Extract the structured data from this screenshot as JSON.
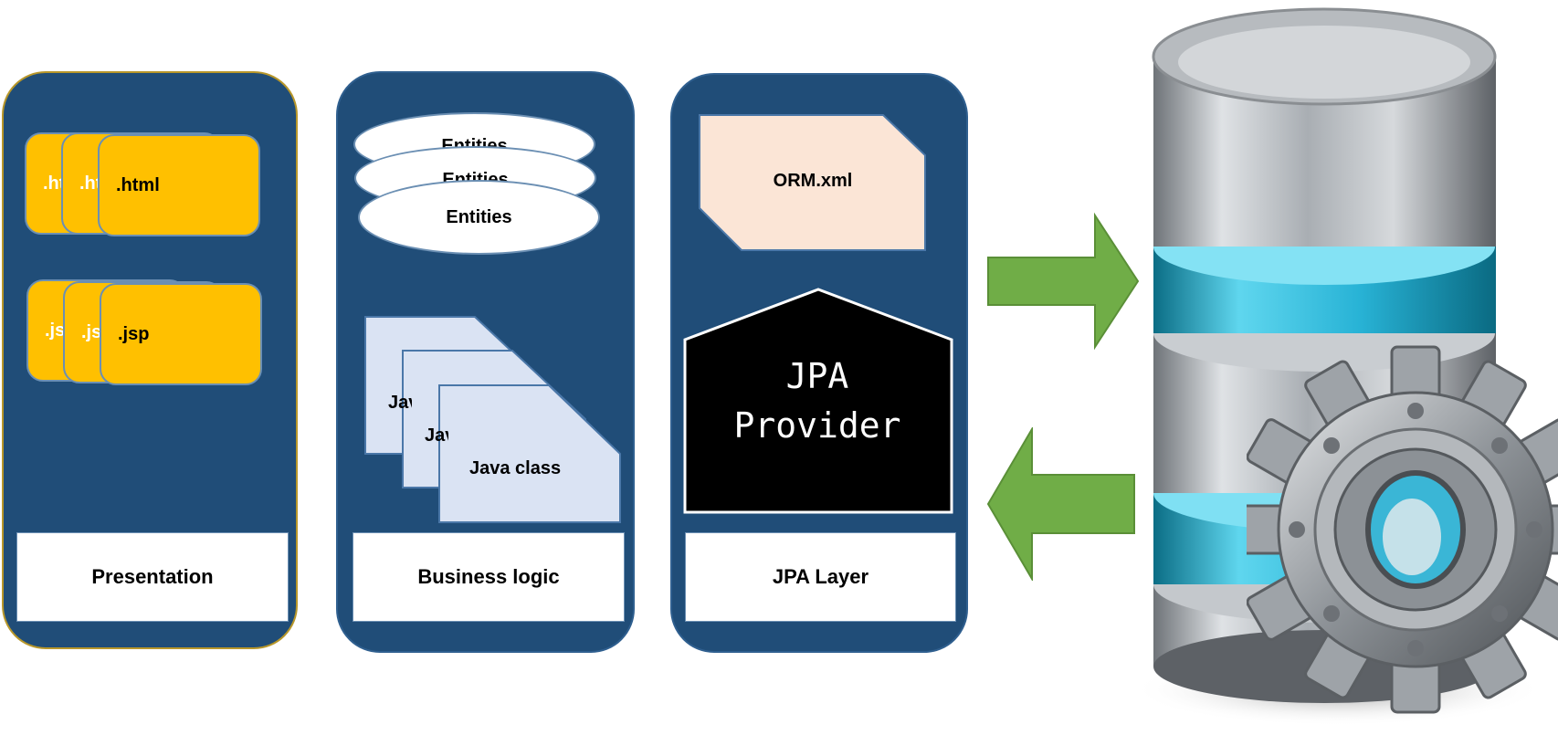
{
  "layers": {
    "presentation": {
      "label": "Presentation",
      "html_files": [
        ".html",
        ".html",
        ".html"
      ],
      "jsp_files": [
        ".jsp",
        ".jsp",
        ".jsp"
      ]
    },
    "business": {
      "label": "Business logic",
      "entities": [
        "Entities",
        "Entities",
        "Entities"
      ],
      "java_classes": [
        "Java class",
        "Java class",
        "Java class"
      ]
    },
    "jpa": {
      "label": "JPA Layer",
      "orm_file": "ORM.xml",
      "provider_line1": "JPA",
      "provider_line2": "Provider"
    }
  },
  "arrows": [
    "to-database",
    "from-database"
  ],
  "colors": {
    "panel": "#204d78",
    "file_yellow": "#ffc000",
    "java_class": "#dae3f3",
    "orm": "#fbe5d6",
    "arrow": "#70ad47",
    "provider": "#000000"
  },
  "icons": [
    "database-icon",
    "gear-icon"
  ]
}
